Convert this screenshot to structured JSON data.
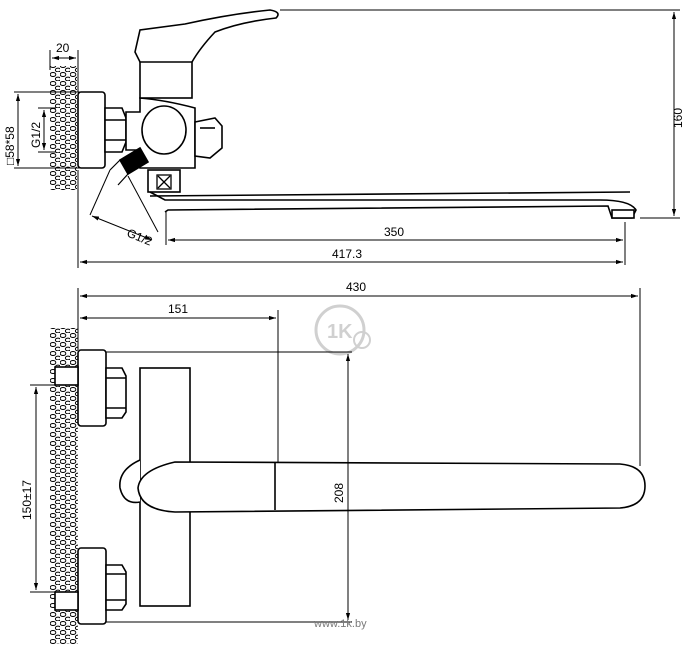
{
  "dimensions": {
    "wall_thickness": "20",
    "flange_square": "□58*58",
    "thread_top": "G1/2",
    "thread_inlet": "G1/2",
    "height": "160",
    "spout_reach": "350",
    "total_reach_side": "417.3",
    "total_length": "430",
    "body_offset": "151",
    "centre_distance": "150±17",
    "spout_width": "208"
  },
  "watermark": {
    "logo_text": "1K",
    "site": "www.1k.by"
  }
}
